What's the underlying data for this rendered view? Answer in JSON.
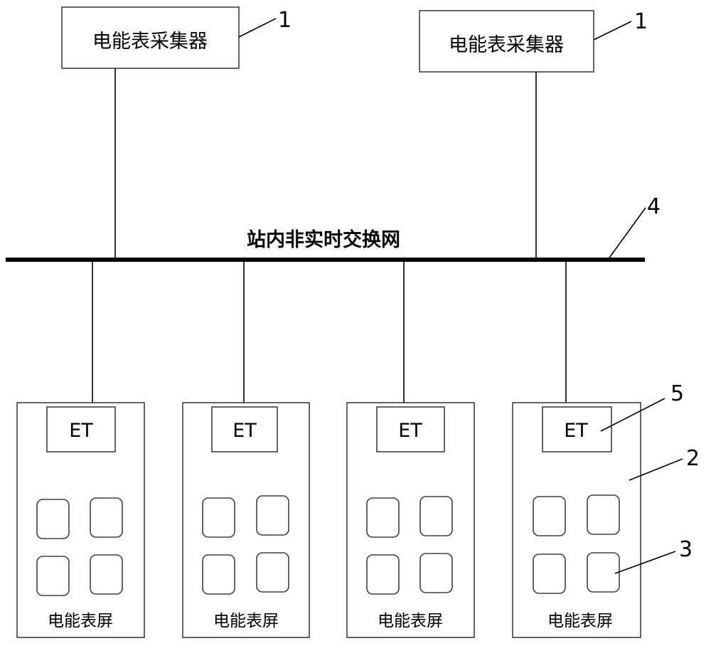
{
  "collectors": [
    {
      "label": "电能表采集器",
      "callout": "1"
    },
    {
      "label": "电能表采集器",
      "callout": "1"
    }
  ],
  "network": {
    "label": "站内非实时交换网",
    "callout": "4"
  },
  "screens": [
    {
      "et_label": "ET",
      "label": "电能表屏"
    },
    {
      "et_label": "ET",
      "label": "电能表屏"
    },
    {
      "et_label": "ET",
      "label": "电能表屏"
    },
    {
      "et_label": "ET",
      "label": "电能表屏"
    }
  ],
  "callouts": {
    "screen": "2",
    "meter": "3",
    "et": "5"
  }
}
